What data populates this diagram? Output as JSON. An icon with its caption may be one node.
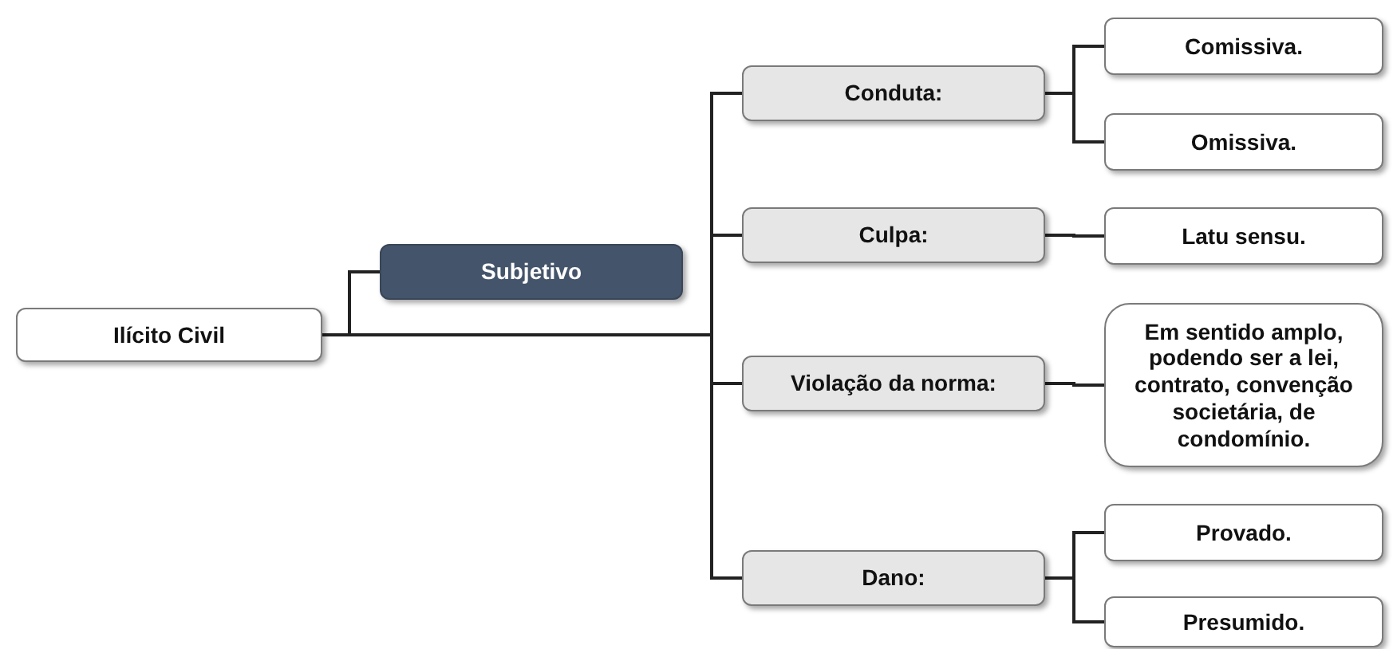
{
  "diagram": {
    "nodes": [
      {
        "text": [
          "Ilícito Civil"
        ]
      },
      {
        "text": [
          "Subjetivo"
        ]
      },
      {
        "text": [
          "Conduta:"
        ]
      },
      {
        "text": [
          "Culpa:"
        ]
      },
      {
        "text": [
          "Violação da norma:"
        ]
      },
      {
        "text": [
          "Dano:"
        ]
      },
      {
        "text": [
          "Comissiva."
        ]
      },
      {
        "text": [
          "Omissiva."
        ]
      },
      {
        "text": [
          "Latu sensu."
        ]
      },
      {
        "text": [
          "Em sentido amplo, podendo ser a lei, contrato, convenção societária, de condomínio."
        ]
      },
      {
        "text": [
          "Provado."
        ]
      },
      {
        "text": [
          "Presumido."
        ]
      }
    ],
    "edges": [
      {
        "from": 0,
        "to": 1,
        "arrow": "none"
      },
      {
        "from": 0,
        "to": 2,
        "arrow": "none"
      },
      {
        "from": 0,
        "to": 3,
        "arrow": "none"
      },
      {
        "from": 0,
        "to": 4,
        "arrow": "none"
      },
      {
        "from": 0,
        "to": 5,
        "arrow": "none"
      },
      {
        "from": 2,
        "to": 6,
        "arrow": "none"
      },
      {
        "from": 2,
        "to": 7,
        "arrow": "none"
      },
      {
        "from": 3,
        "to": 8,
        "arrow": "none"
      },
      {
        "from": 4,
        "to": 9,
        "arrow": "none"
      },
      {
        "from": 5,
        "to": 10,
        "arrow": "none"
      },
      {
        "from": 5,
        "to": 11,
        "arrow": "none"
      }
    ]
  }
}
